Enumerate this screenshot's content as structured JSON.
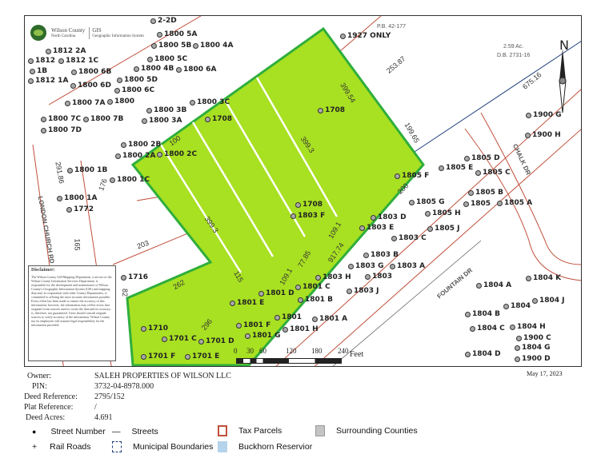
{
  "logo": {
    "county": "Wilson County",
    "app": "GIS",
    "subtitle": "Geographic Information System",
    "tagline": "North Carolina"
  },
  "map": {
    "north_label": "N",
    "notes": [
      "P.B. 42-177",
      "2.59 Ac.",
      "D.B. 2731-16"
    ],
    "street_labels": [
      "LONDON CHURCH RD",
      "FOUNTAIN DR",
      "CHALK DR"
    ],
    "dimensions": [
      "399.54",
      "399.3",
      "399.3",
      "199.65",
      "253.87",
      "675.16",
      "917.74",
      "109.1",
      "109.1",
      "77.85",
      "200",
      "203",
      "165",
      "176",
      "291.86",
      "296",
      "262",
      "115",
      "82",
      "100"
    ],
    "street_numbers": [
      "1927 ONLY",
      "1800 5A",
      "1800 5B",
      "1800 5C",
      "1800 4B",
      "1800 4A",
      "1800 5D",
      "1800 6A",
      "1800 6B",
      "1800 6D",
      "1800 6C",
      "1800 7A",
      "1800",
      "1800 7C",
      "1800 7B",
      "1800 7D",
      "1800 3B",
      "1800 3C",
      "1800 3A",
      "1800 2B",
      "1800 2A",
      "1800 2C",
      "1800 1B",
      "1800 1C",
      "1800 1A",
      "1812 2A",
      "1812",
      "1812 1C",
      "1B",
      "1812 1A",
      "1772",
      "1708",
      "1708",
      "1708",
      "1716",
      "1710",
      "1805 E",
      "1805 D",
      "1805 C",
      "1805 F",
      "1805 B",
      "1805 G",
      "1805 H",
      "1805",
      "1805 A",
      "1805 J",
      "1803 E",
      "1803 D",
      "1803 C",
      "1803 F",
      "1803 B",
      "1803 G",
      "1803 A",
      "1803 H",
      "1803",
      "1803 J",
      "1801 D",
      "1801 C",
      "1801 E",
      "1801 B",
      "1801",
      "1801 A",
      "1801 F",
      "1801 G",
      "1801 H",
      "1701 D",
      "1701 F",
      "1701 E",
      "1701 C",
      "1804 K",
      "1804 A",
      "1804 B",
      "1804",
      "1804 J",
      "1804 C",
      "1804 H",
      "1900 C",
      "1804 G",
      "1900 D",
      "1804 D",
      "1900 G",
      "1900 H",
      "2-2D"
    ],
    "scale": {
      "ticks": [
        "0",
        "30",
        "60",
        "120",
        "180",
        "240"
      ],
      "unit": "Feet"
    },
    "disclaimer_title": "Disclaimer:",
    "disclaimer_text": "The Wilson County GIS/Mapping Department, a service of the Wilson County Information Services Department, is responsible for the development and maintenance of Wilson County's Geographic Information System (GIS) and mapping data and, in cooperation with other County Departments, is committed to offering the most accurate information possible. Every effort has been made to ensure the accuracy of this information; however, the information may reflect errors that originate from sources used to create the data and its accuracy is, therefore, not guaranteed. Users should consult original sources to verify accuracy of the information. Wilson County nor its employees will assume legal responsibility for the information provided.",
    "colors": {
      "parcel_fill": "#a8e022",
      "parcel_outline": "#2fae3c",
      "tax_parcel": "#c0503c",
      "street": "#1f3f7a"
    }
  },
  "info": {
    "owner_label": "Owner:",
    "owner": "SALEH PROPERTIES OF WILSON LLC",
    "pin_label": "PIN:",
    "pin": "3732-04-8978.000",
    "deed_ref_label": "Deed Reference:",
    "deed_ref": "2795/152",
    "plat_ref_label": "Plat Reference:",
    "plat_ref": "/",
    "acres_label": "Deed Acres:",
    "acres": "4.691",
    "date": "May 17, 2023"
  },
  "legend": {
    "street_number": "Street Number",
    "streets": "Streets",
    "tax_parcels": "Tax Parcels",
    "surrounding_counties": "Surrounding Counties",
    "rail_roads": "Rail Roads",
    "municipal_boundaries": "Municipal Boundaries",
    "reservoir": "Buckhorn Reservior"
  }
}
